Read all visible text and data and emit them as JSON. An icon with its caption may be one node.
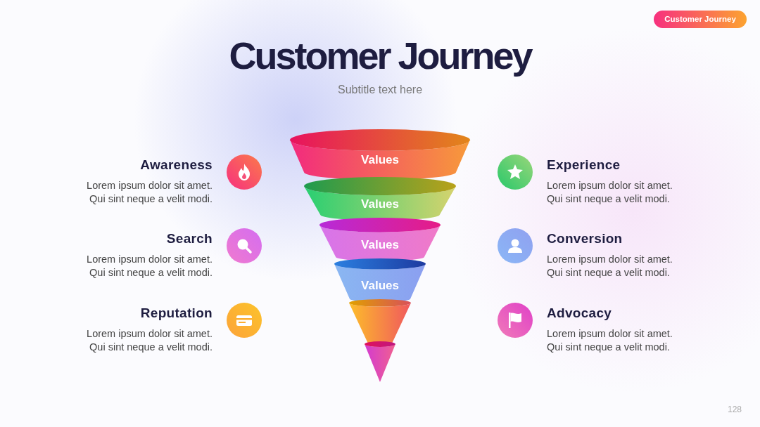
{
  "diagram": {
    "title": "Customer Journey",
    "nodes": [
      {
        "text": [
          "Customer Journey"
        ]
      },
      {
        "text": [
          "Values"
        ]
      },
      {
        "text": [
          "Values"
        ]
      },
      {
        "text": [
          "Values"
        ]
      },
      {
        "text": [
          "Values"
        ]
      },
      {
        "text": [],
        "shape": "cone"
      },
      {
        "text": [],
        "shape": "cone"
      }
    ],
    "labels": [
      "Subtitle text here",
      "Awareness",
      "Lorem ipsum dolor sit amet. Qui sint neque a velit modi.",
      "Experience",
      "Lorem ipsum dolor sit amet. Qui sint neque a velit modi.",
      "Search",
      "Lorem ipsum dolor sit amet. Qui sint neque a velit modi.",
      "Conversion",
      "Lorem ipsum dolor sit amet. Qui sint neque a velit modi.",
      "Reputation",
      "Lorem ipsum dolor sit amet. Qui sint neque a velit modi.",
      "Advocacy",
      "Lorem ipsum dolor sit amet. Qui sint neque a velit modi.",
      "128"
    ]
  }
}
